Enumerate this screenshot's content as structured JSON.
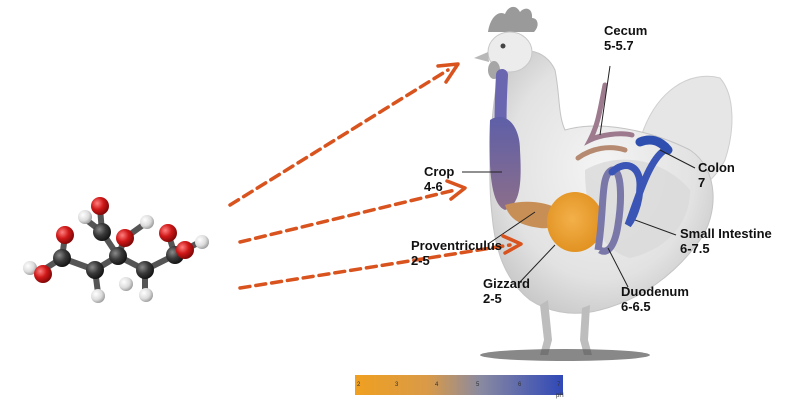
{
  "organs": [
    {
      "name": "Cecum",
      "ph": "5-5.7"
    },
    {
      "name": "Crop",
      "ph": "4-6"
    },
    {
      "name": "Colon",
      "ph": "7"
    },
    {
      "name": "Small Intestine",
      "ph": "6-7.5"
    },
    {
      "name": "Proventriculus",
      "ph": "2-5"
    },
    {
      "name": "Gizzard",
      "ph": "2-5"
    },
    {
      "name": "Duodenum",
      "ph": "6-6.5"
    }
  ],
  "colorbar": {
    "ticks": [
      "2",
      "3",
      "4",
      "5",
      "6",
      "7"
    ],
    "unit": "pH",
    "low_color": "#f0a020",
    "mid_color": "#8a8aa0",
    "high_color": "#3048b8"
  },
  "colors": {
    "arrow": "#d9531e",
    "atom_oxygen": "#d01818",
    "atom_carbon": "#3a3a3a",
    "atom_hydrogen": "#e8e8e8",
    "gut_high_ph": "#2f4fb0",
    "gut_low_ph": "#e8962a"
  }
}
